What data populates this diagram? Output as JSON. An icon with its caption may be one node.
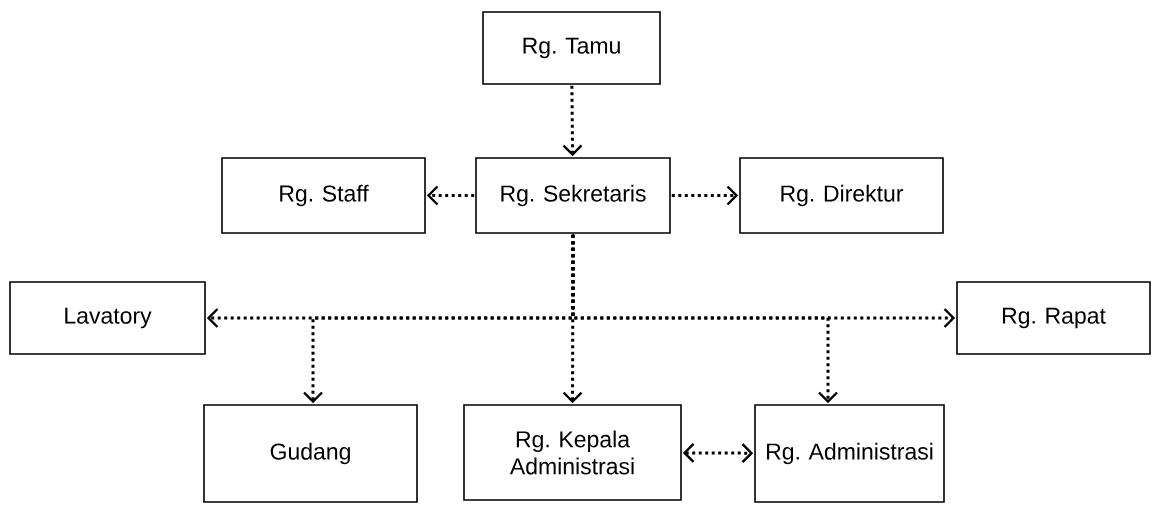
{
  "diagram": {
    "nodes": [
      {
        "text": [
          "Rg. Tamu"
        ]
      },
      {
        "text": [
          "Rg. Staff"
        ]
      },
      {
        "text": [
          "Rg. Sekretaris"
        ]
      },
      {
        "text": [
          "Rg. Direktur"
        ]
      },
      {
        "text": [
          "Lavatory"
        ]
      },
      {
        "text": [
          "Rg. Rapat"
        ]
      },
      {
        "text": [
          "Gudang"
        ]
      },
      {
        "text": [
          "Rg. Kepala Administrasi"
        ]
      },
      {
        "text": [
          "Rg. Administrasi"
        ]
      }
    ],
    "edges": [
      {
        "from": 0,
        "to": 2,
        "arrow": "to"
      },
      {
        "from": 2,
        "to": 1,
        "arrow": "to"
      },
      {
        "from": 2,
        "to": 3,
        "arrow": "to"
      },
      {
        "from": 2,
        "to": 4,
        "arrow": "to"
      },
      {
        "from": 2,
        "to": 5,
        "arrow": "to"
      },
      {
        "from": 2,
        "to": 6,
        "arrow": "to"
      },
      {
        "from": 2,
        "to": 7,
        "arrow": "to"
      },
      {
        "from": 2,
        "to": 8,
        "arrow": "to"
      },
      {
        "from": 7,
        "to": 8,
        "arrow": "both"
      }
    ]
  }
}
